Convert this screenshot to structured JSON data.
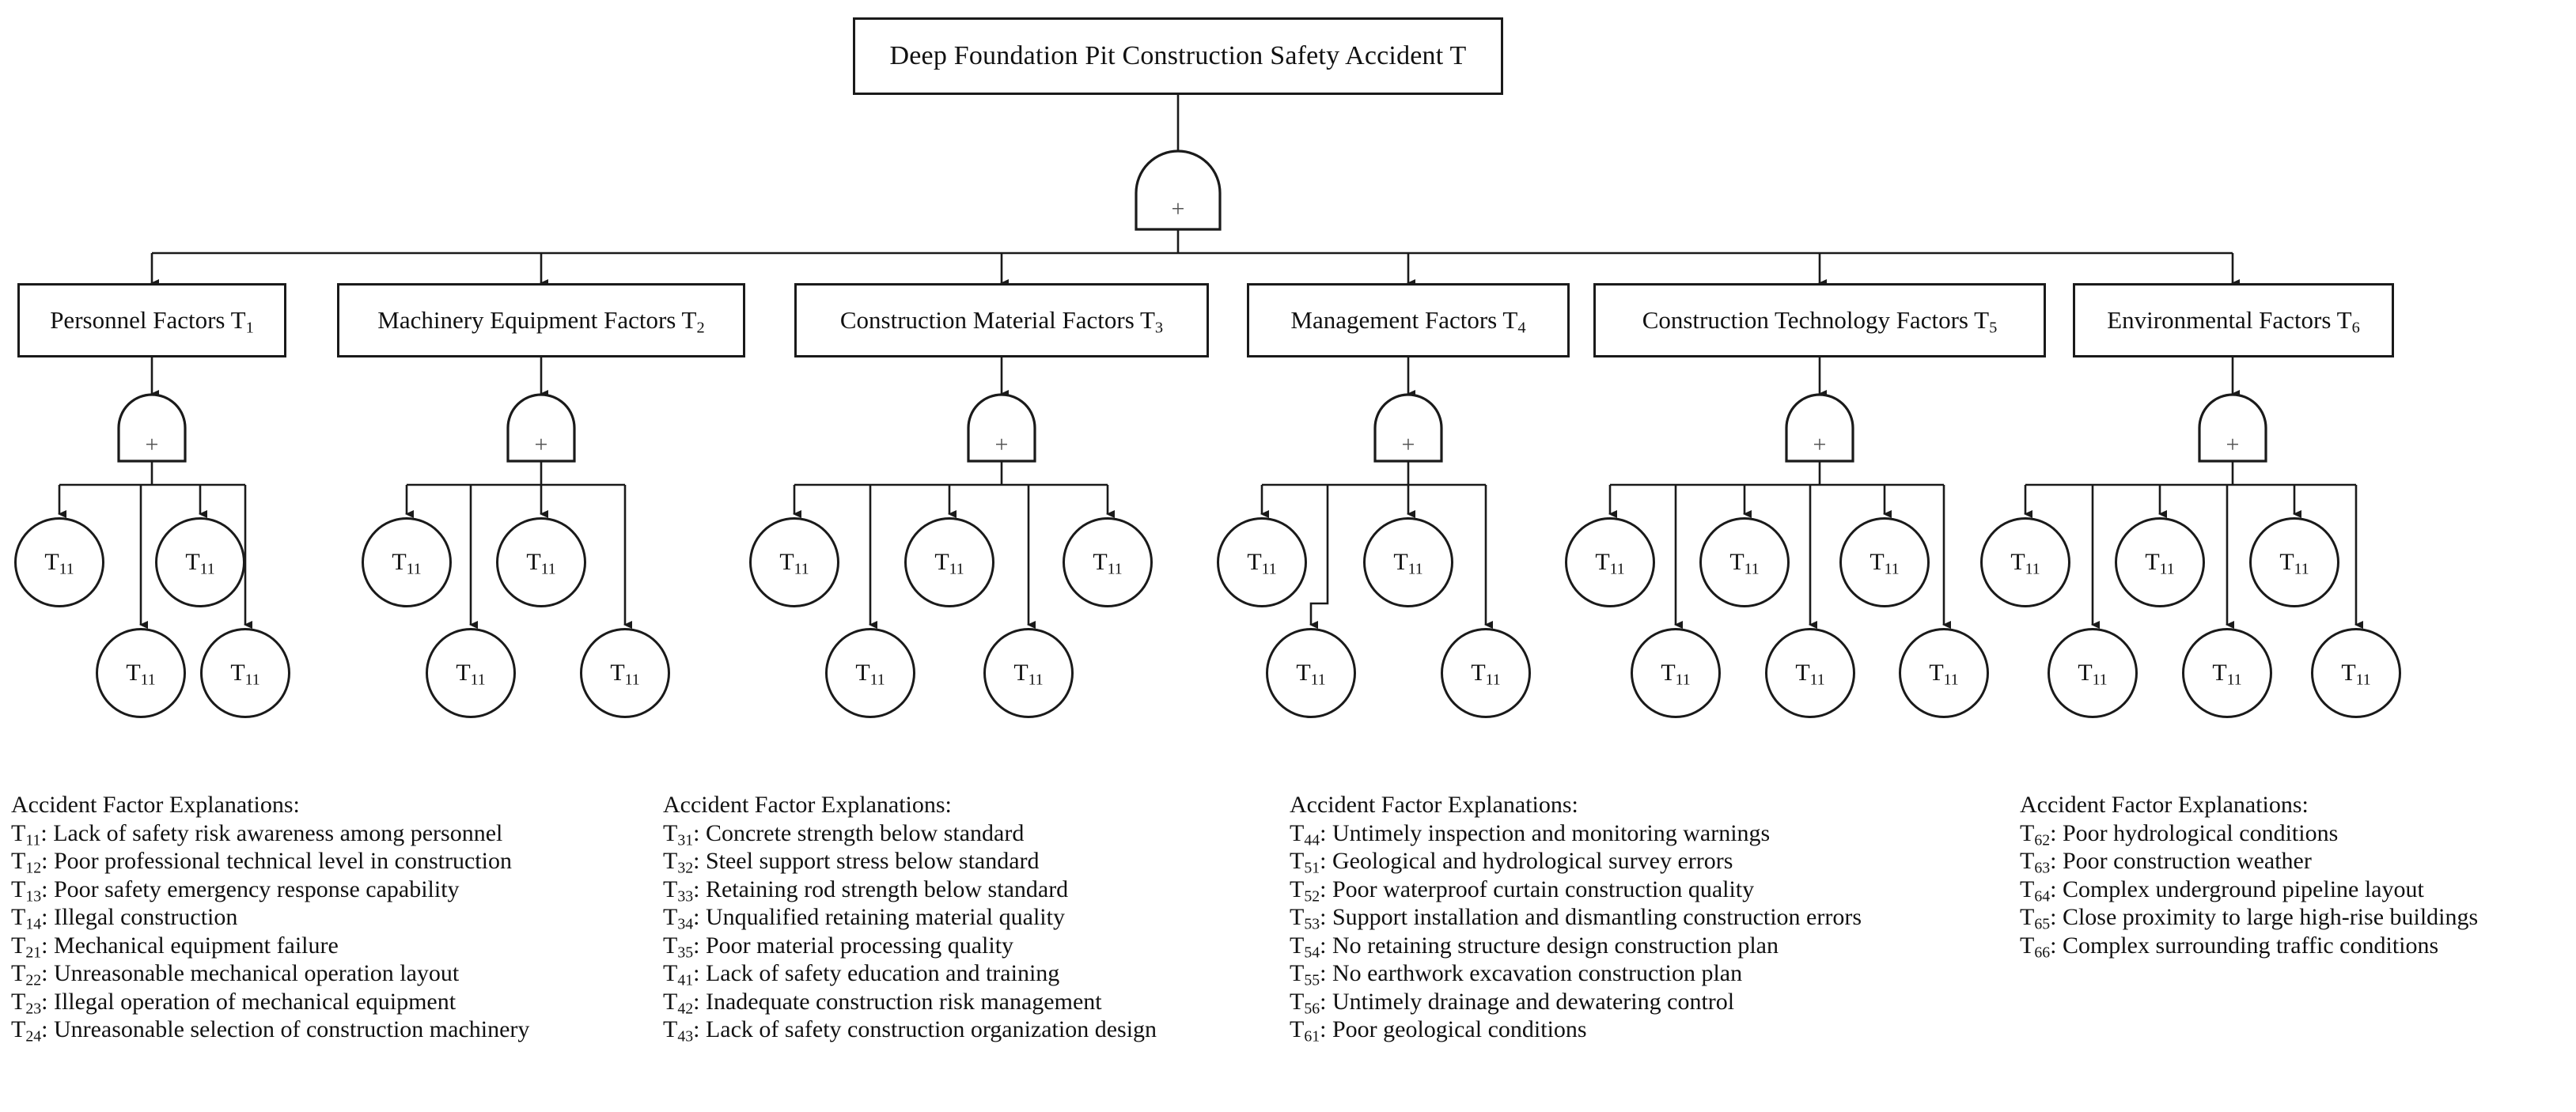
{
  "diagram": {
    "top_event": {
      "label": "Deep Foundation Pit Construction Safety Accident T",
      "gate_symbol": "+"
    },
    "gate_symbol": "+",
    "basic_event_label_prefix": "T",
    "basic_event_label_sub": "11",
    "mid_nodes": [
      {
        "label": "Personnel Factors T",
        "sub": "1",
        "basic_events": 4
      },
      {
        "label": "Machinery Equipment Factors T",
        "sub": "2",
        "basic_events": 4
      },
      {
        "label": "Construction Material Factors T",
        "sub": "3",
        "basic_events": 5
      },
      {
        "label": "Management Factors T",
        "sub": "4",
        "basic_events": 4
      },
      {
        "label": "Construction Technology Factors T",
        "sub": "5",
        "basic_events": 6
      },
      {
        "label": "Environmental Factors T",
        "sub": "6",
        "basic_events": 6
      }
    ]
  },
  "legend": {
    "heading": "Accident Factor Explanations:",
    "columns": [
      {
        "items": [
          {
            "code": "T",
            "sub": "11",
            "text": "Lack of safety risk awareness among personnel"
          },
          {
            "code": "T",
            "sub": "12",
            "text": "Poor professional technical level in construction"
          },
          {
            "code": "T",
            "sub": "13",
            "text": "Poor safety emergency response capability"
          },
          {
            "code": "T",
            "sub": "14",
            "text": "Illegal construction"
          },
          {
            "code": "T",
            "sub": "21",
            "text": "Mechanical equipment failure"
          },
          {
            "code": "T",
            "sub": "22",
            "text": "Unreasonable mechanical operation layout"
          },
          {
            "code": "T",
            "sub": "23",
            "text": "Illegal operation of mechanical equipment"
          },
          {
            "code": "T",
            "sub": "24",
            "text": "Unreasonable selection of construction machinery"
          }
        ]
      },
      {
        "items": [
          {
            "code": "T",
            "sub": "31",
            "text": "Concrete strength below standard"
          },
          {
            "code": "T",
            "sub": "32",
            "text": "Steel support stress below standard"
          },
          {
            "code": "T",
            "sub": "33",
            "text": "Retaining rod strength below standard"
          },
          {
            "code": "T",
            "sub": "34",
            "text": "Unqualified retaining material quality"
          },
          {
            "code": "T",
            "sub": "35",
            "text": "Poor material processing quality"
          },
          {
            "code": "T",
            "sub": "41",
            "text": "Lack of safety education and training"
          },
          {
            "code": "T",
            "sub": "42",
            "text": "Inadequate construction risk management"
          },
          {
            "code": "T",
            "sub": "43",
            "text": "Lack of safety construction organization design"
          }
        ]
      },
      {
        "items": [
          {
            "code": "T",
            "sub": "44",
            "text": "Untimely inspection and monitoring warnings"
          },
          {
            "code": "T",
            "sub": "51",
            "text": "Geological and hydrological survey errors"
          },
          {
            "code": "T",
            "sub": "52",
            "text": "Poor waterproof curtain construction quality"
          },
          {
            "code": "T",
            "sub": "53",
            "text": "Support installation and dismantling construction errors"
          },
          {
            "code": "T",
            "sub": "54",
            "text": "No retaining structure design construction plan"
          },
          {
            "code": "T",
            "sub": "55",
            "text": "No earthwork excavation construction plan"
          },
          {
            "code": "T",
            "sub": "56",
            "text": "Untimely drainage and dewatering control"
          },
          {
            "code": "T",
            "sub": "61",
            "text": "Poor geological conditions"
          }
        ]
      },
      {
        "items": [
          {
            "code": "T",
            "sub": "62",
            "text": "Poor hydrological conditions"
          },
          {
            "code": "T",
            "sub": "63",
            "text": "Poor construction weather"
          },
          {
            "code": "T",
            "sub": "64",
            "text": "Complex underground pipeline layout"
          },
          {
            "code": "T",
            "sub": "65",
            "text": "Close proximity to large high-rise buildings"
          },
          {
            "code": "T",
            "sub": "66",
            "text": "Complex surrounding traffic conditions"
          }
        ]
      }
    ]
  },
  "style": {
    "line_color": "#1a1a1a",
    "background": "#ffffff"
  }
}
